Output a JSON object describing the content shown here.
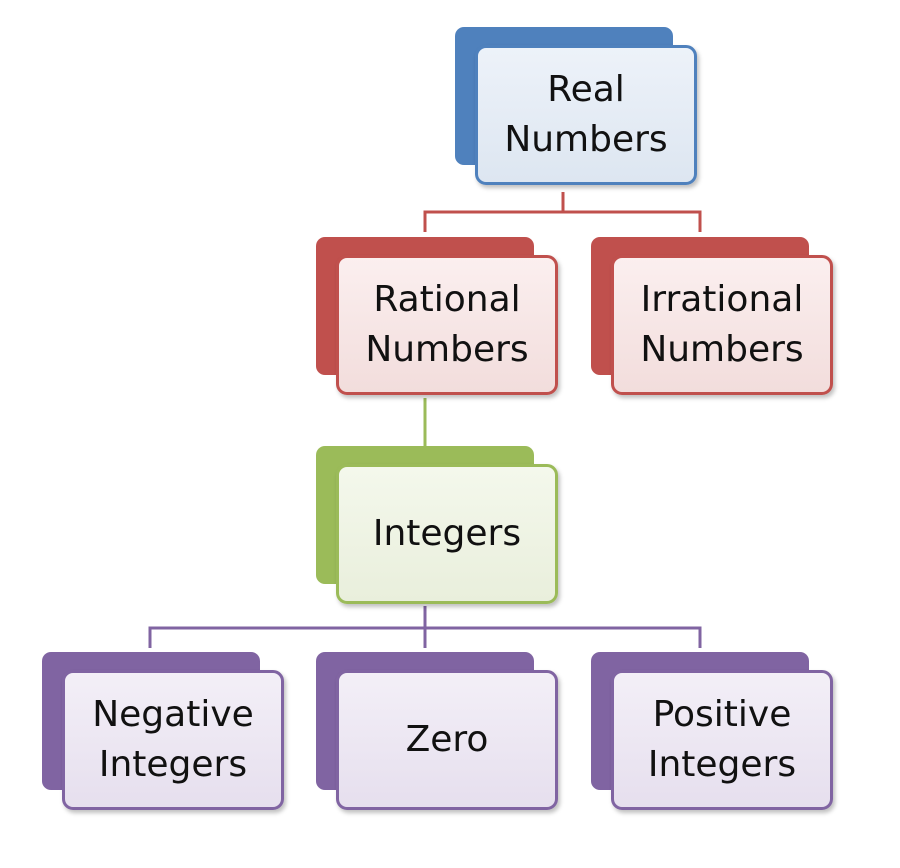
{
  "diagram": {
    "nodes": {
      "real": "Real\nNumbers",
      "rational": "Rational\nNumbers",
      "irrational": "Irrational\nNumbers",
      "integers": "Integers",
      "negative": "Negative\nIntegers",
      "zero": "Zero",
      "positive": "Positive\nIntegers"
    },
    "edges": [
      [
        "real",
        "rational"
      ],
      [
        "real",
        "irrational"
      ],
      [
        "rational",
        "integers"
      ],
      [
        "integers",
        "negative"
      ],
      [
        "integers",
        "zero"
      ],
      [
        "integers",
        "positive"
      ]
    ]
  },
  "colors": {
    "blue": "#4f81bd",
    "red": "#c0504d",
    "green": "#9bbb59",
    "purple": "#8064a2"
  }
}
